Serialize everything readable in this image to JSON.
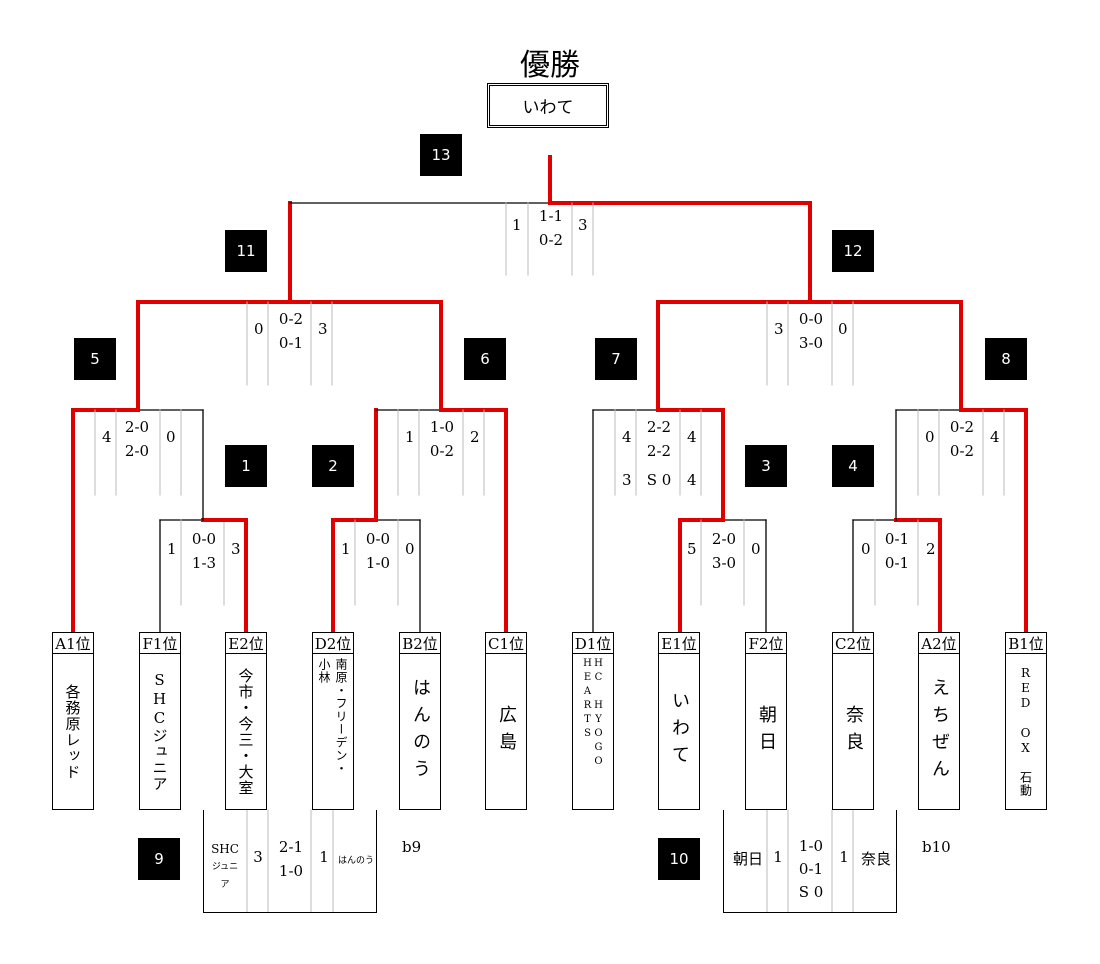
{
  "title": "優勝",
  "champion": "いわて",
  "match_numbers": {
    "m1": "1",
    "m2": "2",
    "m3": "3",
    "m4": "4",
    "m5": "5",
    "m6": "6",
    "m7": "7",
    "m8": "8",
    "m9": "9",
    "m10": "10",
    "m11": "11",
    "m12": "12",
    "m13": "13"
  },
  "teams": [
    {
      "seed": "A1位",
      "name": "各務原レッド"
    },
    {
      "seed": "F1位",
      "name": "SHCジュニア"
    },
    {
      "seed": "E2位",
      "name": "今市・今三・大室"
    },
    {
      "seed": "D2位",
      "name": "南原・フリーデン・小林"
    },
    {
      "seed": "B2位",
      "name": "はんのう"
    },
    {
      "seed": "C1位",
      "name": "広島"
    },
    {
      "seed": "D1位",
      "name": "HC HYOGO HEARTS"
    },
    {
      "seed": "E1位",
      "name": "いわて"
    },
    {
      "seed": "F2位",
      "name": "朝日"
    },
    {
      "seed": "C2位",
      "name": "奈良"
    },
    {
      "seed": "A2位",
      "name": "えちぜん"
    },
    {
      "seed": "B1位",
      "name": "RED OX 石動"
    }
  ],
  "scores": {
    "m1": {
      "left": "1",
      "periods": [
        "0-0",
        "1-3"
      ],
      "right": "3"
    },
    "m2": {
      "left": "1",
      "periods": [
        "0-0",
        "1-0"
      ],
      "right": "0"
    },
    "m3": {
      "left": "5",
      "periods": [
        "2-0",
        "3-0"
      ],
      "right": "0"
    },
    "m4": {
      "left": "0",
      "periods": [
        "0-1",
        "0-1"
      ],
      "right": "2"
    },
    "m5": {
      "left": "4",
      "periods": [
        "2-0",
        "2-0"
      ],
      "right": "0"
    },
    "m6": {
      "left": "1",
      "periods": [
        "1-0",
        "0-2"
      ],
      "right": "2"
    },
    "m7": {
      "left": "4",
      "periods": [
        "2-2",
        "2-2"
      ],
      "right": "4",
      "so_left": "3",
      "so_mid": "S 0",
      "so_right": "4"
    },
    "m8": {
      "left": "0",
      "periods": [
        "0-2",
        "0-2"
      ],
      "right": "4"
    },
    "m11": {
      "left": "0",
      "periods": [
        "0-2",
        "0-1"
      ],
      "right": "3"
    },
    "m12": {
      "left": "3",
      "periods": [
        "0-0",
        "3-0"
      ],
      "right": "0"
    },
    "m13": {
      "left": "1",
      "periods": [
        "1-1",
        "0-2"
      ],
      "right": "3"
    }
  },
  "consolation": {
    "m9": {
      "team_left_1": "SHC",
      "team_left_2": "ジュニア",
      "left": "3",
      "periods": [
        "2-1",
        "1-0"
      ],
      "right": "1",
      "team_right": "はんのう",
      "label": "b9"
    },
    "m10": {
      "team_left": "朝日",
      "left": "1",
      "periods": [
        "1-0",
        "0-1"
      ],
      "so": "S 0",
      "right": "1",
      "team_right": "奈良",
      "label": "b10"
    }
  }
}
